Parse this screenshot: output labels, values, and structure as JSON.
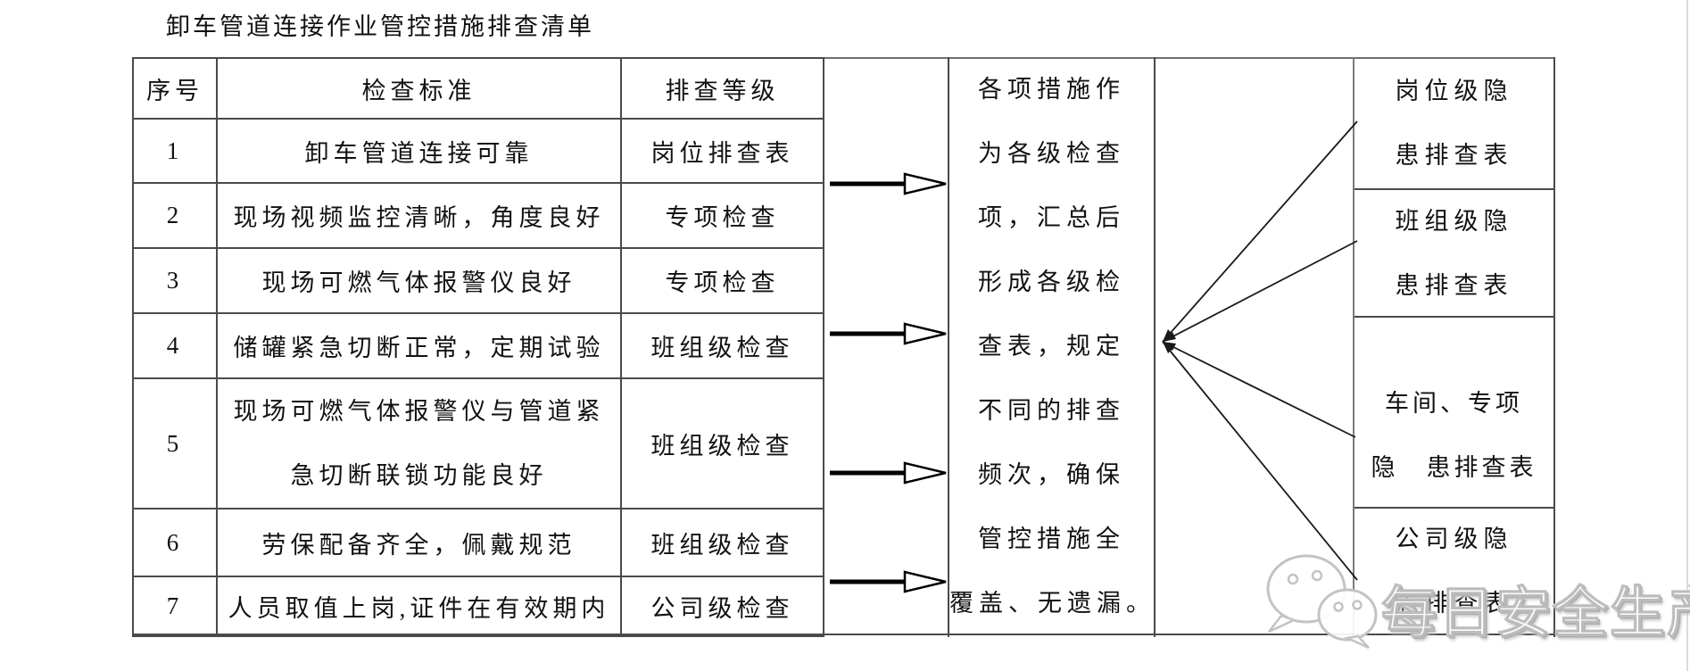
{
  "title": "卸车管道连接作业管控措施排查清单",
  "table": {
    "headers": {
      "no": "序号",
      "standard": "检查标准",
      "level": "排查等级"
    },
    "rows": [
      {
        "no": "1",
        "standard": "卸车管道连接可靠",
        "level": "岗位排查表"
      },
      {
        "no": "2",
        "standard": "现场视频监控清晰，角度良好",
        "level": "专项检查"
      },
      {
        "no": "3",
        "standard": "现场可燃气体报警仪良好",
        "level": "专项检查"
      },
      {
        "no": "4",
        "standard": "储罐紧急切断正常，定期试验",
        "level": "班组级检查"
      },
      {
        "no": "5",
        "standard": "现场可燃气体报警仪与管道紧急切断联锁功能良好",
        "level": "班组级检查"
      },
      {
        "no": "6",
        "standard": "劳保配备齐全，佩戴规范",
        "level": "班组级检查"
      },
      {
        "no": "7",
        "standard": "人员取值上岗,证件在有效期内",
        "level": "公司级检查"
      }
    ]
  },
  "summary": {
    "lines": [
      "各项措施作",
      "为各级检查",
      "项，汇总后",
      "形成各级检",
      "查表，规定",
      "不同的排查",
      "频次，确保",
      "管控措施全",
      "覆盖、无遗漏。"
    ]
  },
  "output_boxes": [
    {
      "line1": "岗位级隐",
      "line2": "患排查表"
    },
    {
      "line1": "班组级隐",
      "line2": "患排查表"
    },
    {
      "line1": "车间、专项",
      "line2": "隐　患排查表"
    },
    {
      "line1": "公司级隐",
      "line2": "患排查表"
    }
  ],
  "watermark": {
    "text": "每日安全生产",
    "icon": "wechat-icon"
  },
  "colors": {
    "line": "#4a4a4a",
    "text": "#111111",
    "watermark_gray": "#bcbcbc"
  }
}
